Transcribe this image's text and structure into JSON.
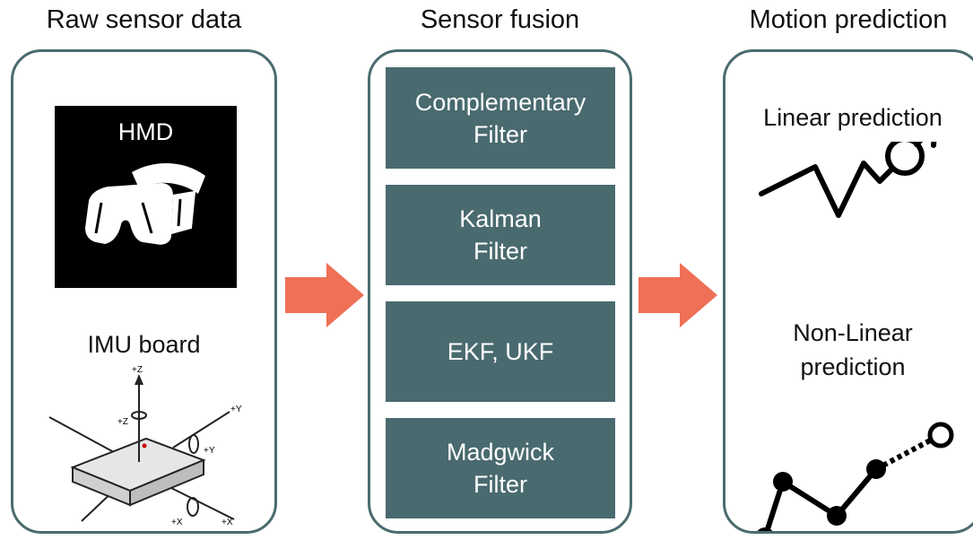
{
  "columns": {
    "raw": "Raw sensor data",
    "fusion": "Sensor fusion",
    "motion": "Motion prediction"
  },
  "raw_data": {
    "hmd_label": "HMD",
    "imu_label": "IMU board",
    "axis_labels": {
      "z_top": "+Z",
      "z_rot": "+Z",
      "y_top": "+Y",
      "y_rot": "+Y",
      "x_rot": "+X",
      "x_end": "+X"
    }
  },
  "filters": [
    {
      "line1": "Complementary",
      "line2": "Filter"
    },
    {
      "line1": "Kalman",
      "line2": "Filter"
    },
    {
      "line1": "EKF, UKF",
      "line2": ""
    },
    {
      "line1": "Madgwick",
      "line2": "Filter"
    }
  ],
  "predictions": {
    "linear": "Linear prediction",
    "nonlinear_line1": "Non-Linear",
    "nonlinear_line2": "prediction"
  },
  "colors": {
    "panel_border": "#4a6b6f",
    "filter_fill": "#496a6f",
    "arrow": "#ef6f57"
  },
  "icons": [
    "vr-headset-icon",
    "imu-board-icon",
    "flow-arrow-icon",
    "male-symbol-icon"
  ]
}
